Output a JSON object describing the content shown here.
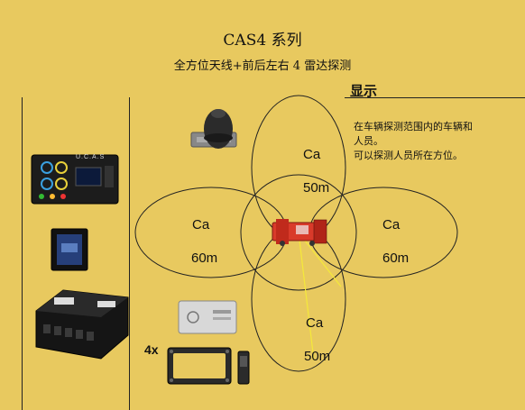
{
  "header": {
    "title": "CAS4 系列",
    "subtitle": "全方位天线+前后左右 4 雷达探测"
  },
  "display": {
    "title": "显示",
    "lines": [
      "在车辆探测范围内的车辆和",
      "人员。",
      "可以探测人员所在方位。"
    ]
  },
  "zones": {
    "top": {
      "name": "Ca",
      "distance": "50m"
    },
    "bottom": {
      "name": "Ca",
      "distance": "50m"
    },
    "left": {
      "name": "Ca",
      "distance": "60m"
    },
    "right": {
      "name": "Ca",
      "distance": "60m"
    }
  },
  "devices": {
    "quantity": "4x",
    "console_brand": "U.C.A.S",
    "colors": {
      "background": "#e8c95f",
      "vehicle": "#d93a2a",
      "scan_line": "#f5e93a"
    }
  }
}
